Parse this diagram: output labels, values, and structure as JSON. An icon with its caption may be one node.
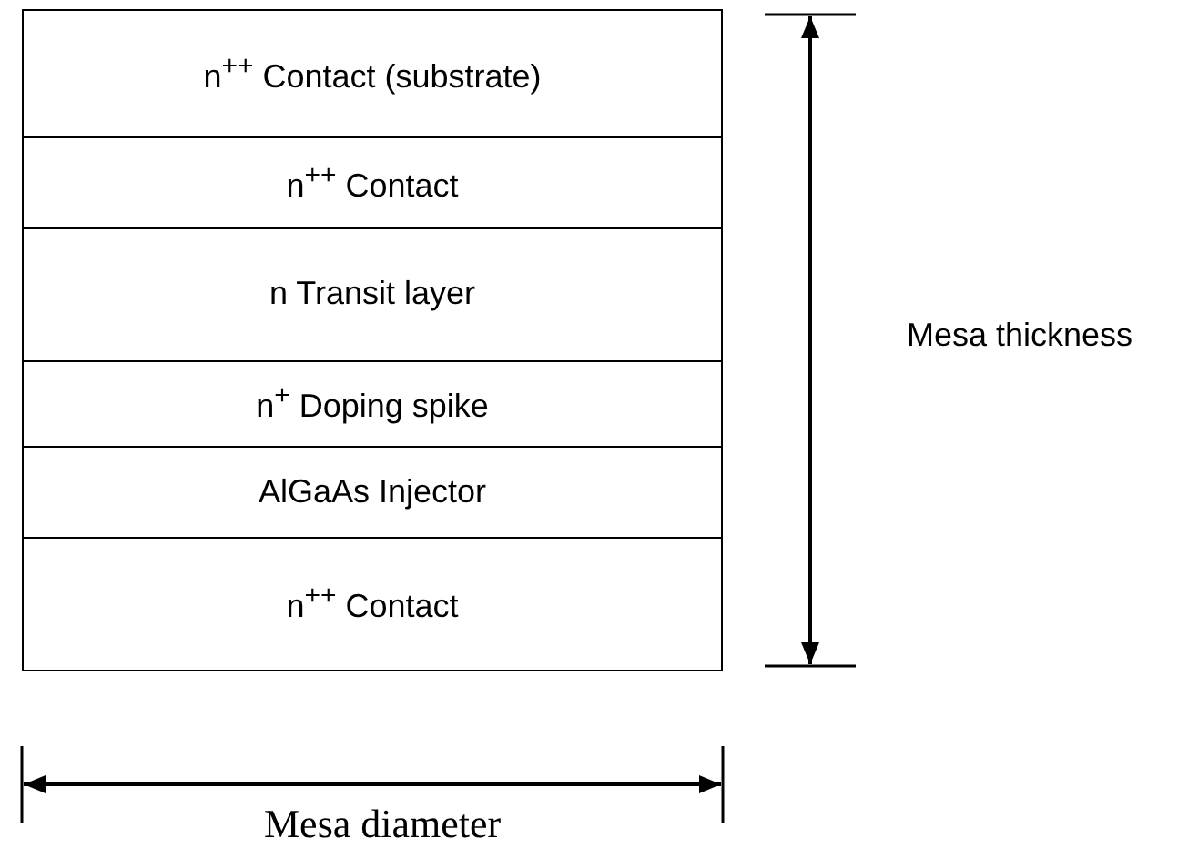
{
  "diagram": {
    "nodes": [
      {
        "text": [
          "n$^{++}$ Contact (substrate)"
        ]
      },
      {
        "text": [
          "n$^{++}$ Contact"
        ]
      },
      {
        "text": [
          "n Transit layer"
        ]
      },
      {
        "text": [
          "n$^{+}$ Doping spike"
        ]
      },
      {
        "text": [
          "AlGaAs Injector"
        ]
      },
      {
        "text": [
          "n$^{++}$ Contact"
        ]
      }
    ],
    "labels": [
      "Mesa thickness",
      "Mesa diameter"
    ]
  }
}
